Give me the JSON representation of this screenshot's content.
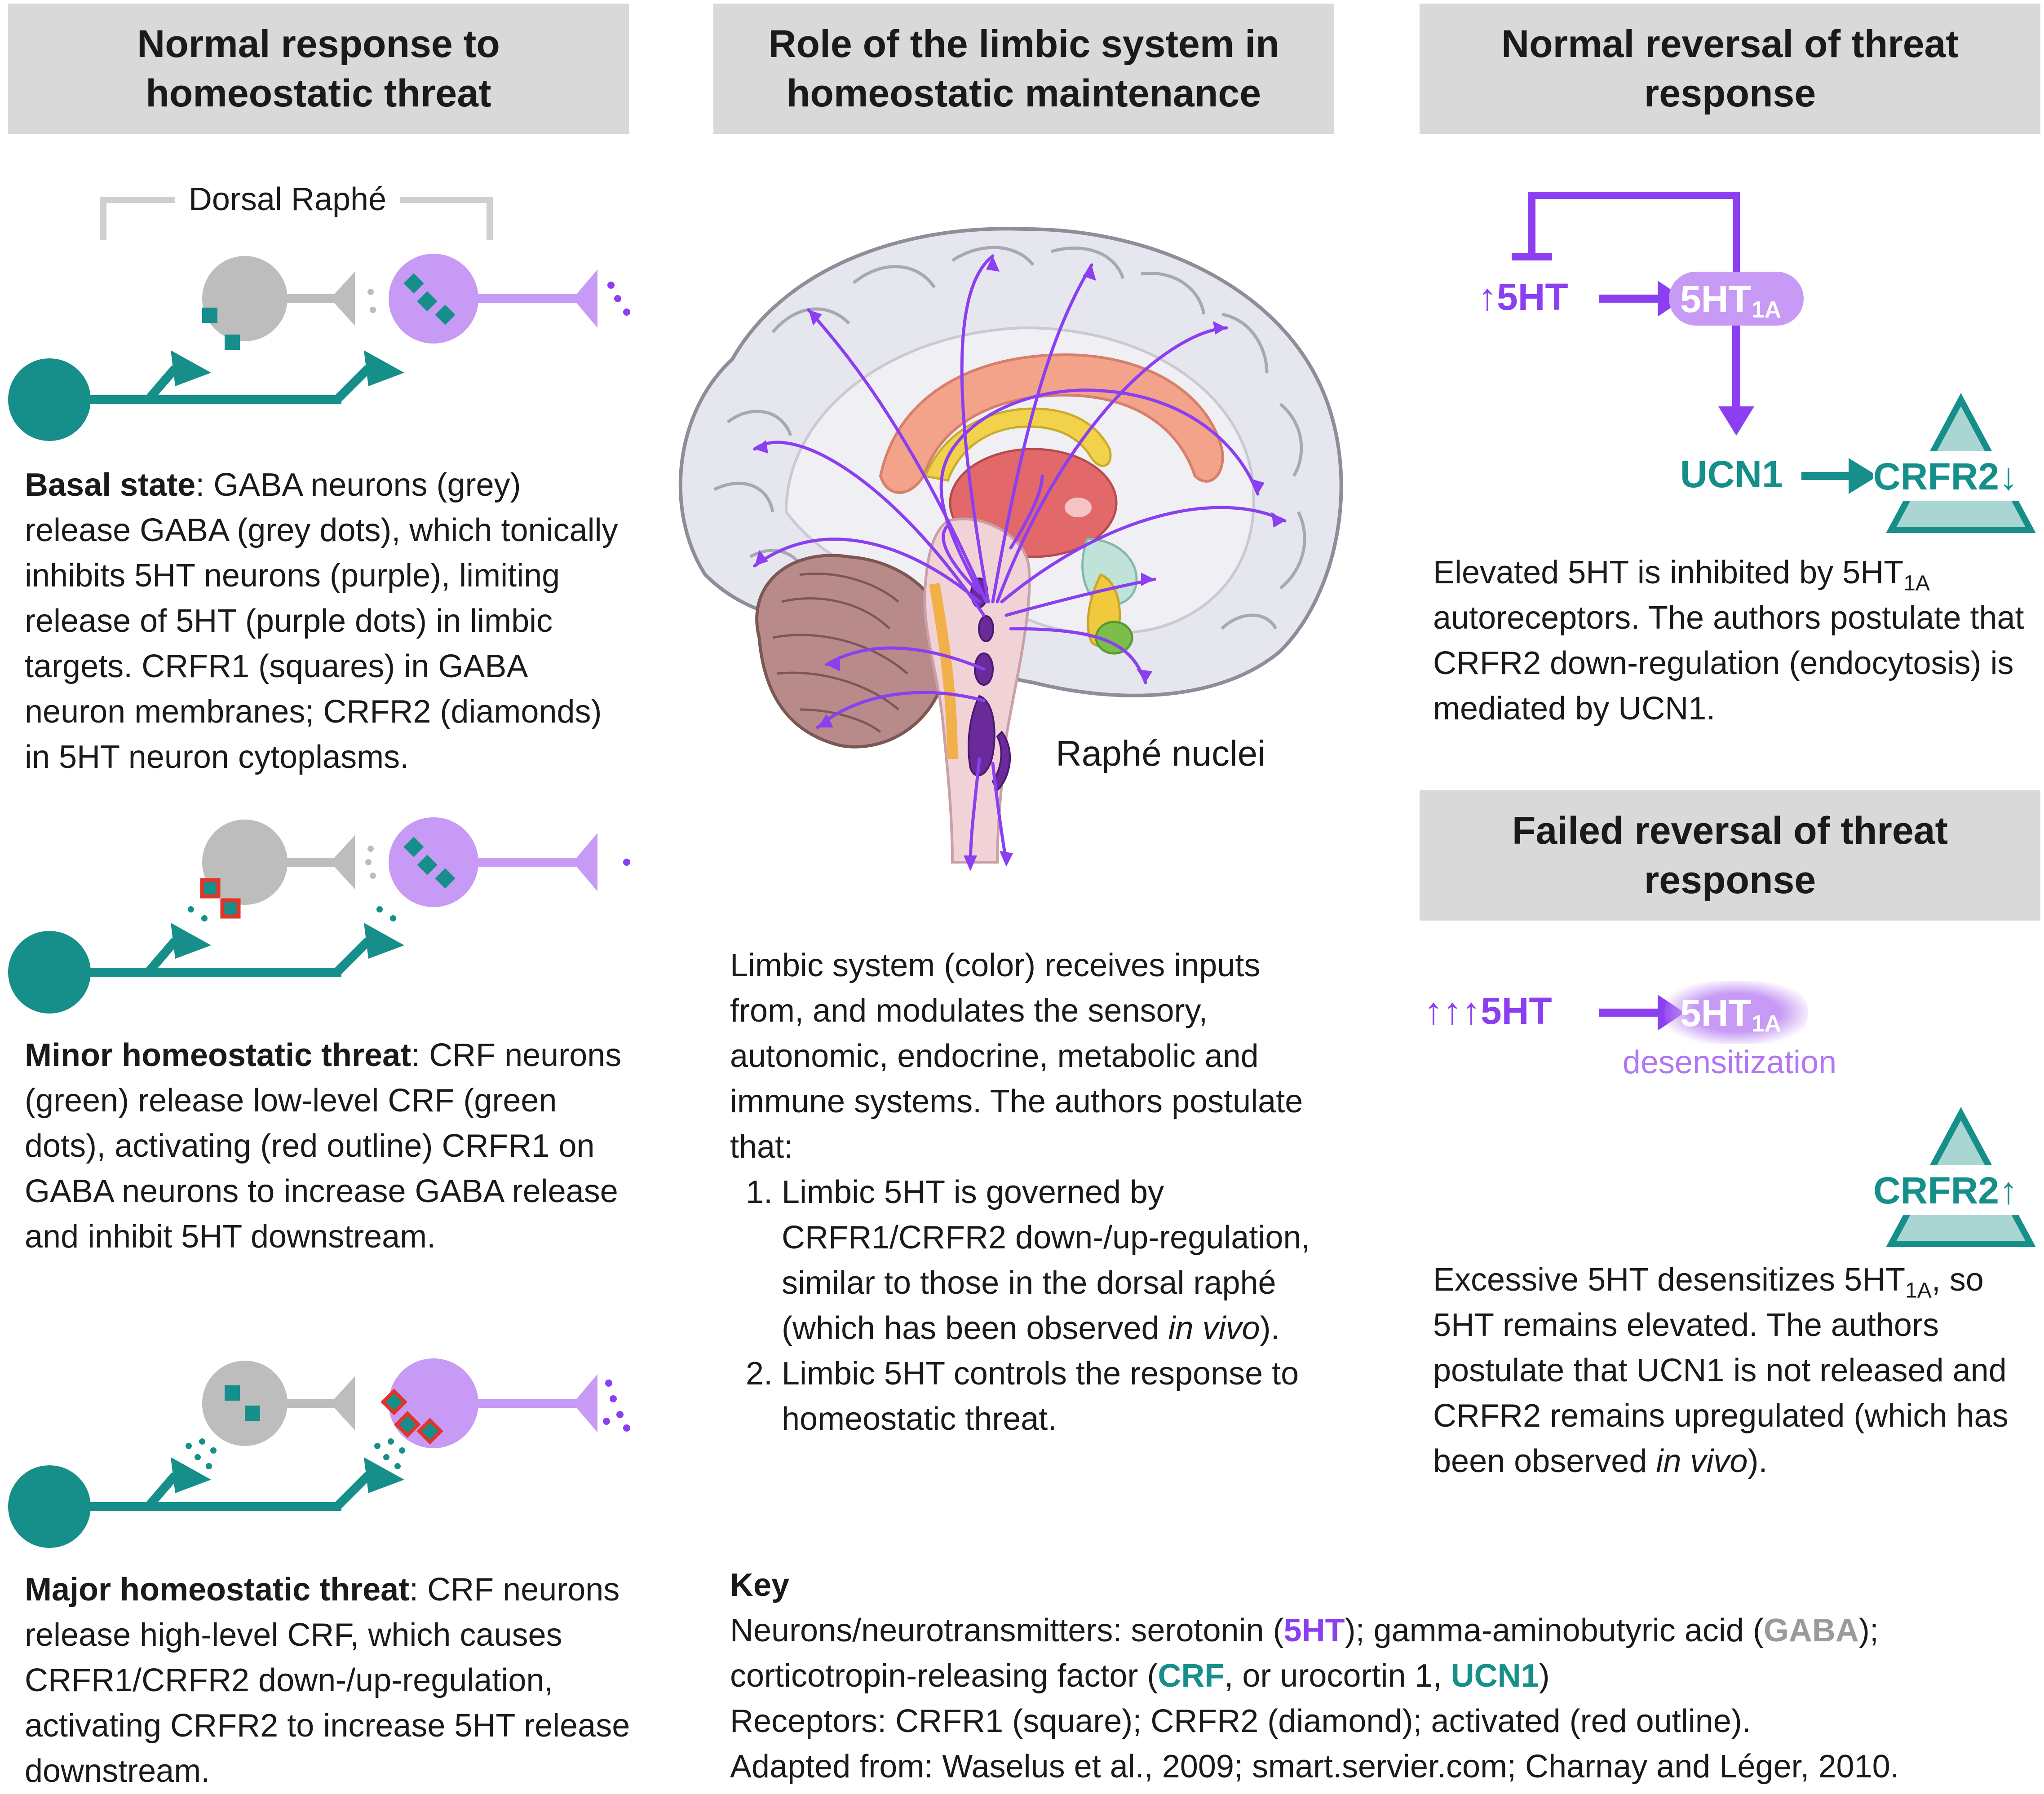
{
  "headers": {
    "col1": [
      "Normal response to",
      "homeostatic threat"
    ],
    "col2": [
      "Role of the limbic system in",
      "homeostatic maintenance"
    ],
    "col3": [
      "Normal reversal of threat",
      "response"
    ],
    "col3b": [
      "Failed reversal of threat",
      "response"
    ]
  },
  "col1": {
    "dorsal_raphe_label": "Dorsal Raphé",
    "basal": {
      "title": "Basal state",
      "body": ": GABA neurons (grey) release GABA (grey dots), which tonically inhibits 5HT neurons (purple), limiting release of 5HT (purple dots) in limbic targets. CRFR1 (squares) in GABA neuron membranes; CRFR2 (diamonds) in 5HT neuron cytoplasms."
    },
    "minor": {
      "title": "Minor homeostatic threat",
      "body": ": CRF neurons (green) release low-level CRF (green dots), activating (red outline) CRFR1 on GABA neurons to increase GABA release and inhibit 5HT downstream."
    },
    "major": {
      "title": "Major homeostatic threat",
      "body": ": CRF neurons release high-level CRF, which causes CRFR1/CRFR2 down-/up-regulation, activating CRFR2 to increase 5HT release downstream."
    }
  },
  "col2": {
    "raphe_label": "Raphé nuclei",
    "intro": "Limbic system (color) receives inputs from, and modulates the sensory, autonomic, endocrine, metabolic and immune systems. The authors postulate that:",
    "item1_pre": "Limbic 5HT is governed by CRFR1/CRFR2 down-/up-regulation, similar to those in the dorsal raphé (which has been observed ",
    "item1_em": "in vivo",
    "item1_post": ").",
    "item2": "Limbic 5HT controls the response to homeostatic threat."
  },
  "col3": {
    "ht_label": "↑5HT",
    "receptor_label": "5HT",
    "receptor_sub": "1A",
    "ucn1": "UCN1",
    "crfr2_down": "CRFR2↓",
    "text_a": "Elevated 5HT is inhibited by 5HT",
    "text_sub": "1A",
    "text_b": " autoreceptors. The authors postulate that CRFR2 down-regulation (endocytosis) is mediated by UCN1.",
    "fail_ht_label": "↑↑↑5HT",
    "desensitization": "desensitization",
    "crfr2_up": "CRFR2↑",
    "fail_text_a": "Excessive 5HT desensitizes 5HT",
    "fail_text_sub": "1A",
    "fail_text_b": ", so 5HT remains elevated. The authors postulate that UCN1 is not released and CRFR2 remains upregulated (which has been observed ",
    "fail_text_em": "in vivo",
    "fail_text_c": ")."
  },
  "key": {
    "title": "Key",
    "line1_pre": "Neurons/neurotransmitters: serotonin (",
    "line1_5ht": "5HT",
    "line1_mid": "); gamma-aminobutyric acid (",
    "line1_gaba": "GABA",
    "line1_post": ");",
    "line2_pre": "corticotropin-releasing factor (",
    "line2_crf": "CRF",
    "line2_mid": ", or urocortin 1, ",
    "line2_ucn1": "UCN1",
    "line2_post": ")",
    "line3": "Receptors: CRFR1 (square); CRFR2 (diamond); activated (red outline).",
    "line4": "Adapted from: Waselus et al., 2009; smart.servier.com; Charnay and Léger, 2010."
  },
  "colors": {
    "teal": "#168f8a",
    "purple": "#8b3ff0",
    "light_purple": "#c79af5",
    "grey_neuron": "#bdbdbd",
    "header_bg": "#d9d9d9",
    "activated_outline": "#e0352b"
  }
}
